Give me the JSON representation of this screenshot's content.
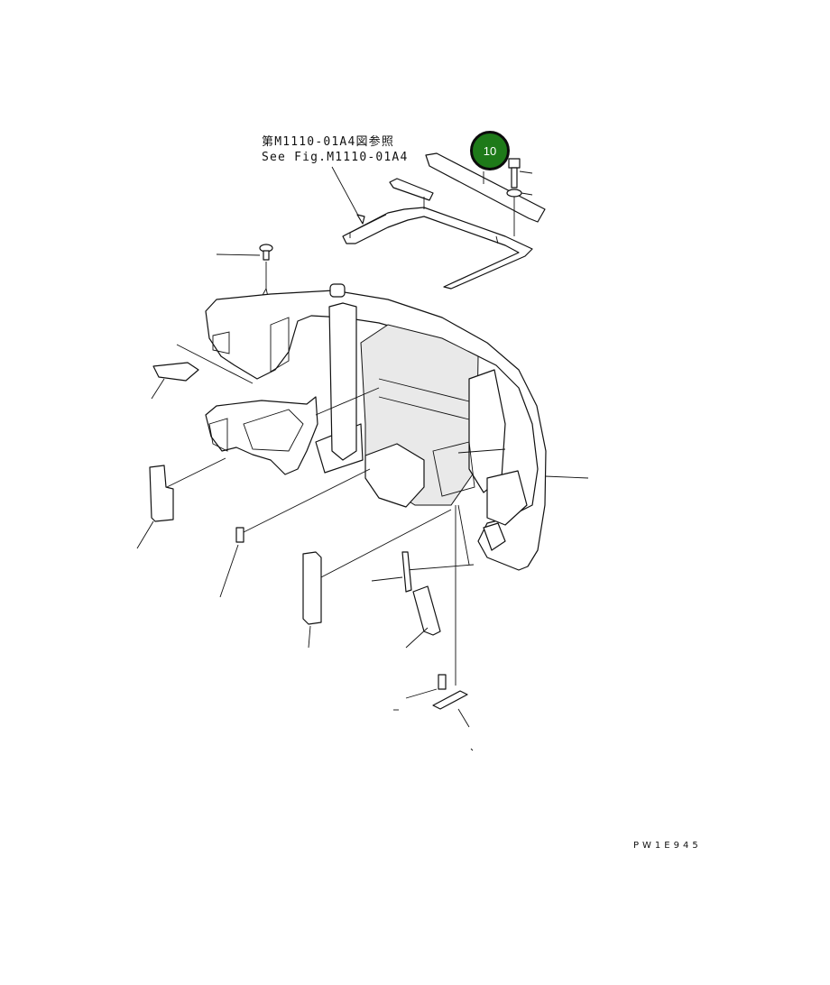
{
  "reference_note": {
    "line1": "第M1110-01A4図参照",
    "line2": "See Fig.M1110-01A4"
  },
  "callouts": [
    {
      "number": "10",
      "color": "#1e7a19"
    }
  ],
  "drawing_code": "PW1E945"
}
